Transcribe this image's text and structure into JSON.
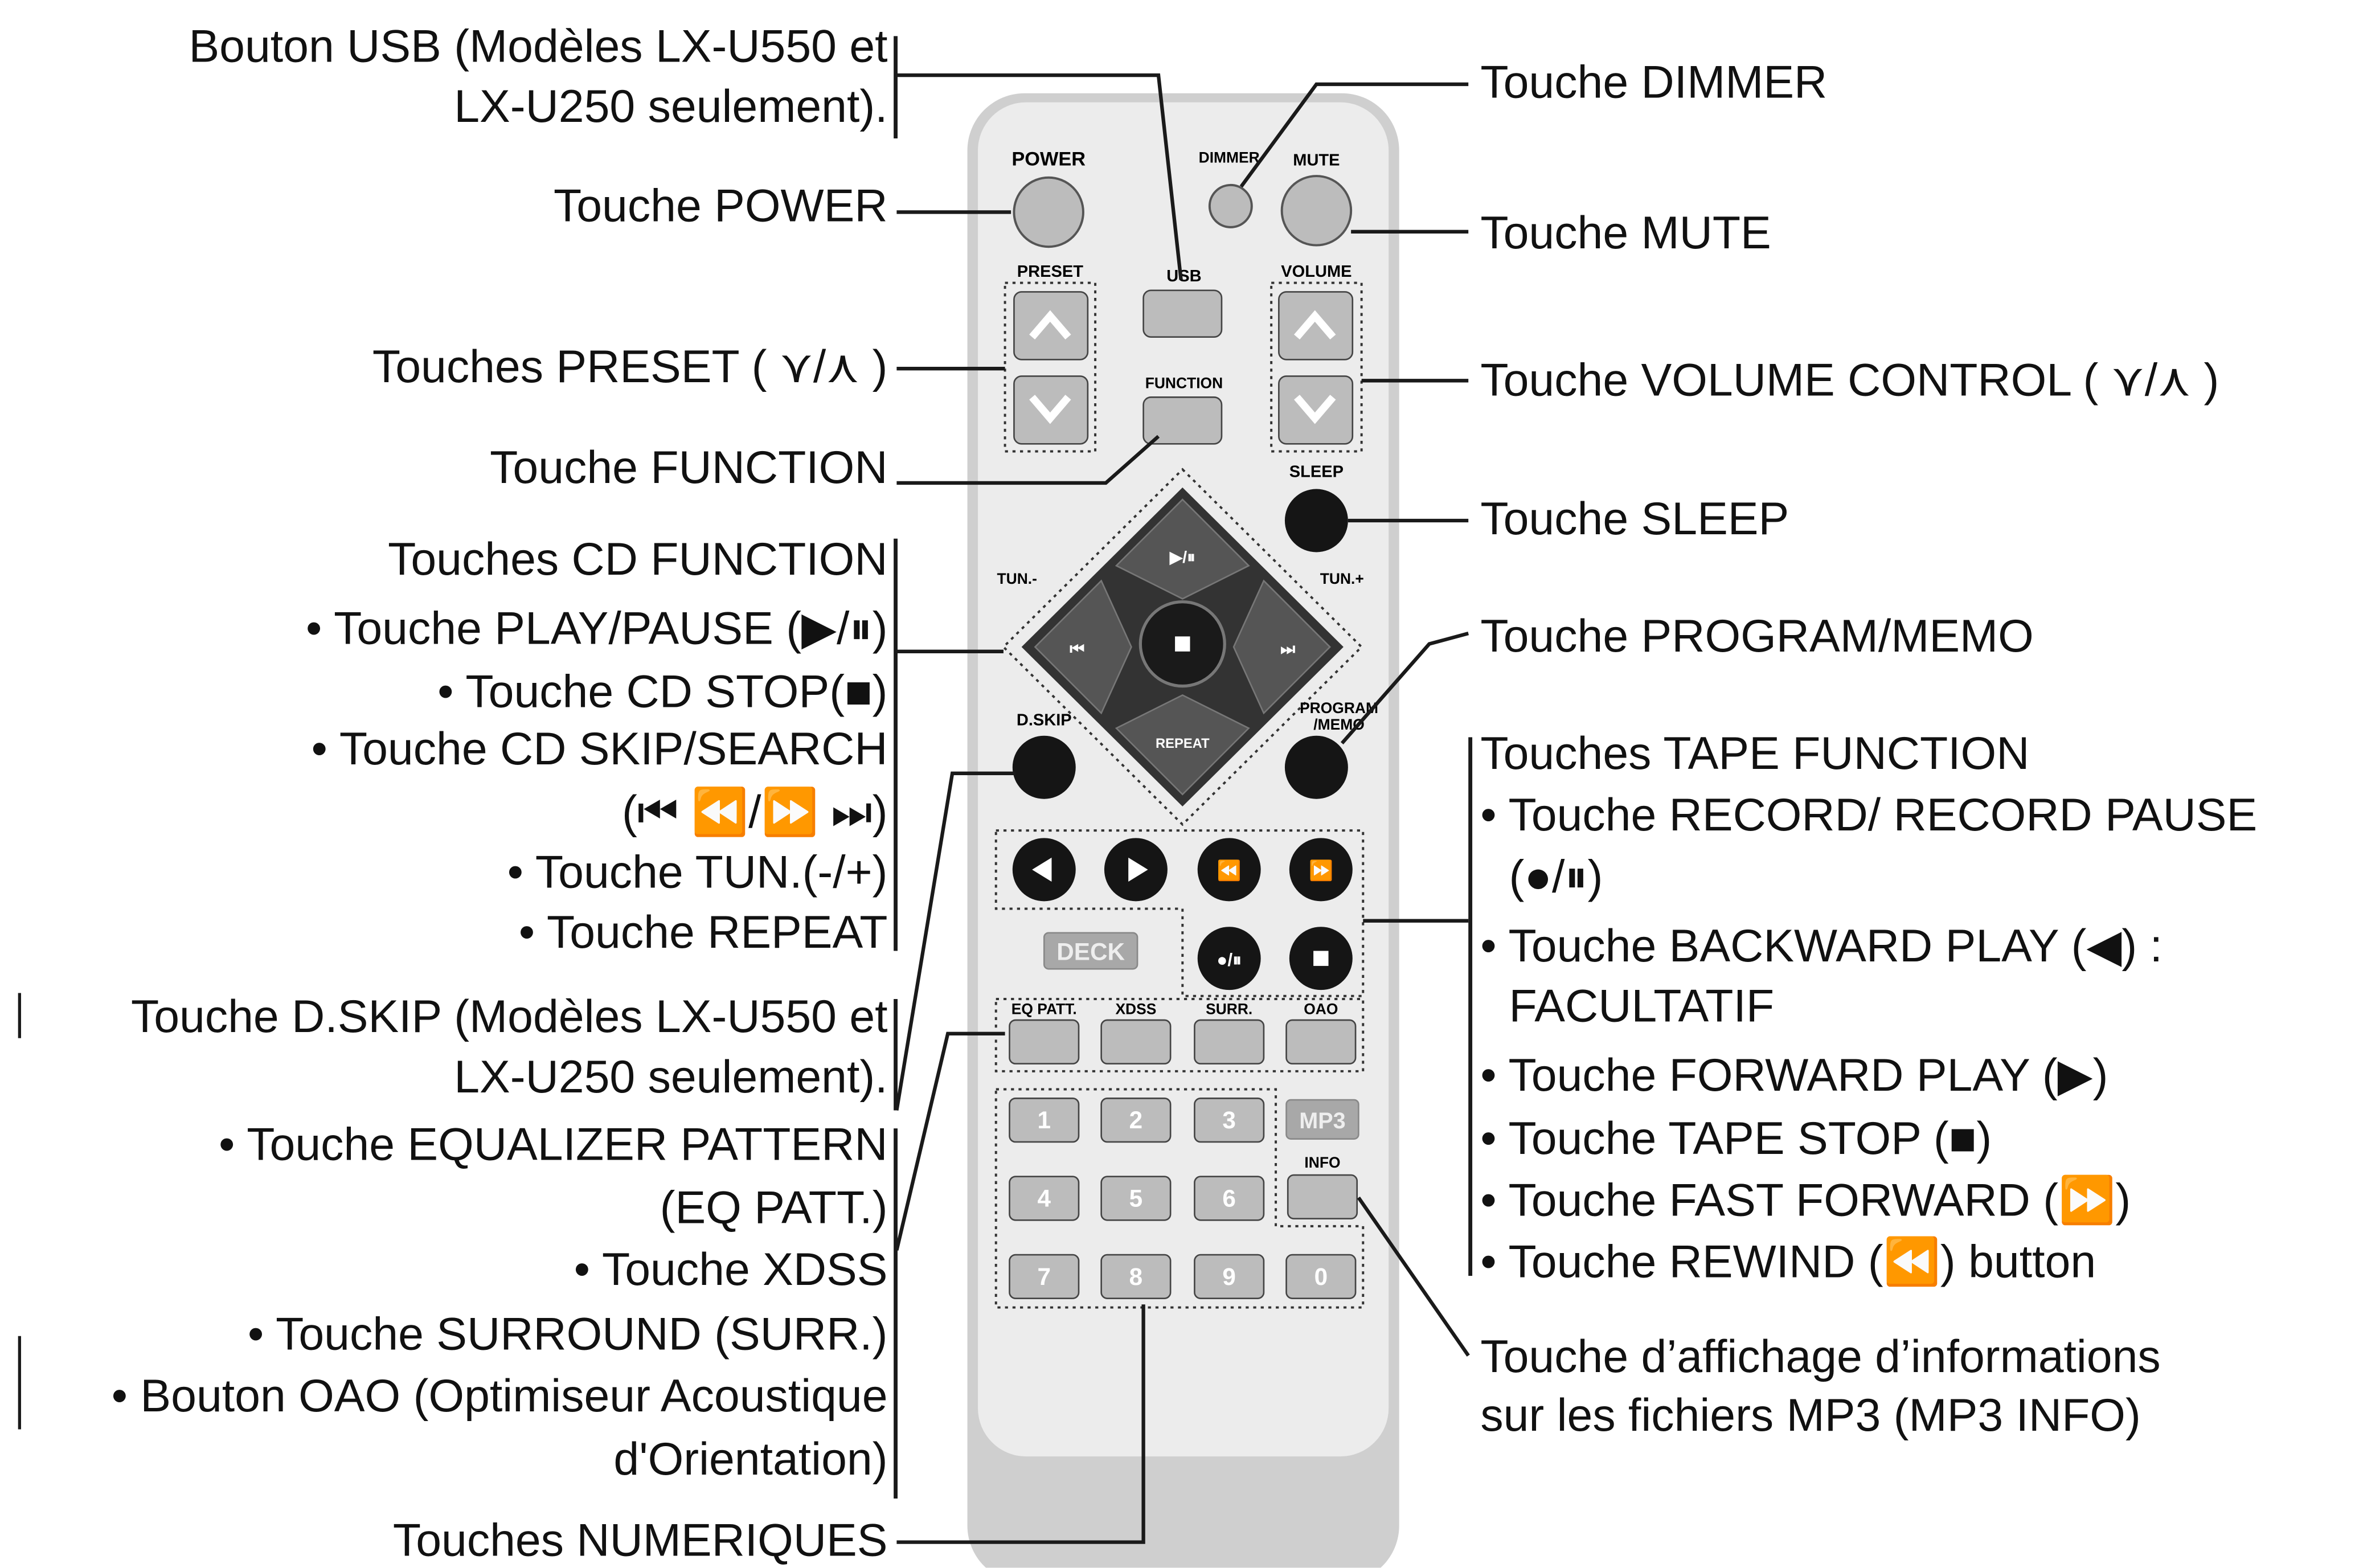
{
  "remote": {
    "power": "POWER",
    "dimmer": "DIMMER",
    "mute": "MUTE",
    "preset": "PRESET",
    "usb": "USB",
    "volume": "VOLUME",
    "function": "FUNCTION",
    "sleep": "SLEEP",
    "tun_minus": "TUN.-",
    "tun_plus": "TUN.+",
    "d_skip": "D.SKIP",
    "program": "PROGRAM",
    "memo": "/MEMO",
    "repeat": "REPEAT",
    "deck": "DECK",
    "eq_patt": "EQ PATT.",
    "xdss": "XDSS",
    "surr": "SURR.",
    "oao": "OAO",
    "mp3": "MP3",
    "info": "INFO",
    "digits": [
      "1",
      "2",
      "3",
      "4",
      "5",
      "6",
      "7",
      "8",
      "9",
      "0"
    ]
  },
  "left_labels": {
    "usb_1": "Bouton USB (Modèles LX-U550 et",
    "usb_2": "LX-U250 seulement).",
    "power": "Touche POWER",
    "preset": "Touches PRESET ( ⋎/⋏ )",
    "function": "Touche FUNCTION",
    "cd_title": "Touches CD FUNCTION",
    "cd_play": "• Touche PLAY/PAUSE (▶/⏸)",
    "cd_stop": "• Touche CD STOP(■)",
    "cd_skip_1": "• Touche CD SKIP/SEARCH",
    "cd_skip_2": "(⏮ ⏪/⏩ ⏭)",
    "cd_tun": "• Touche TUN.(-/+)",
    "cd_repeat": "• Touche REPEAT",
    "dskip_1": "Touche D.SKIP (Modèles LX-U550 et",
    "dskip_2": "LX-U250 seulement).",
    "eq_1": "• Touche EQUALIZER PATTERN",
    "eq_2": "(EQ PATT.)",
    "xdss": "• Touche XDSS",
    "surround": "• Touche SURROUND (SURR.)",
    "oao_1": "• Bouton OAO (Optimiseur Acoustique",
    "oao_2": "d'Orientation)",
    "numeriques": "Touches NUMERIQUES"
  },
  "right_labels": {
    "dimmer": "Touche DIMMER",
    "mute": "Touche MUTE",
    "volume": "Touche VOLUME CONTROL ( ⋎/⋏ )",
    "sleep": "Touche SLEEP",
    "program": "Touche PROGRAM/MEMO",
    "tape_title": "Touches TAPE FUNCTION",
    "tape_record_1": "• Touche RECORD/ RECORD PAUSE",
    "tape_record_2": "(●/⏸)",
    "tape_back_1": "• Touche BACKWARD PLAY (◀) :",
    "tape_back_2": "FACULTATIF",
    "tape_fwd": "• Touche FORWARD PLAY (▶)",
    "tape_stop": "• Touche TAPE STOP (■)",
    "tape_ff": "• Touche FAST FORWARD (⏩)",
    "tape_rew": "• Touche REWIND (⏪) button",
    "mp3_info_1": "Touche d’affichage d’informations",
    "mp3_info_2": "sur les fichiers MP3 (MP3 INFO)"
  },
  "colors": {
    "ink": "#111111",
    "body": "#e6e6e6",
    "key": "#bcbcbc",
    "dark_key": "#151515"
  }
}
